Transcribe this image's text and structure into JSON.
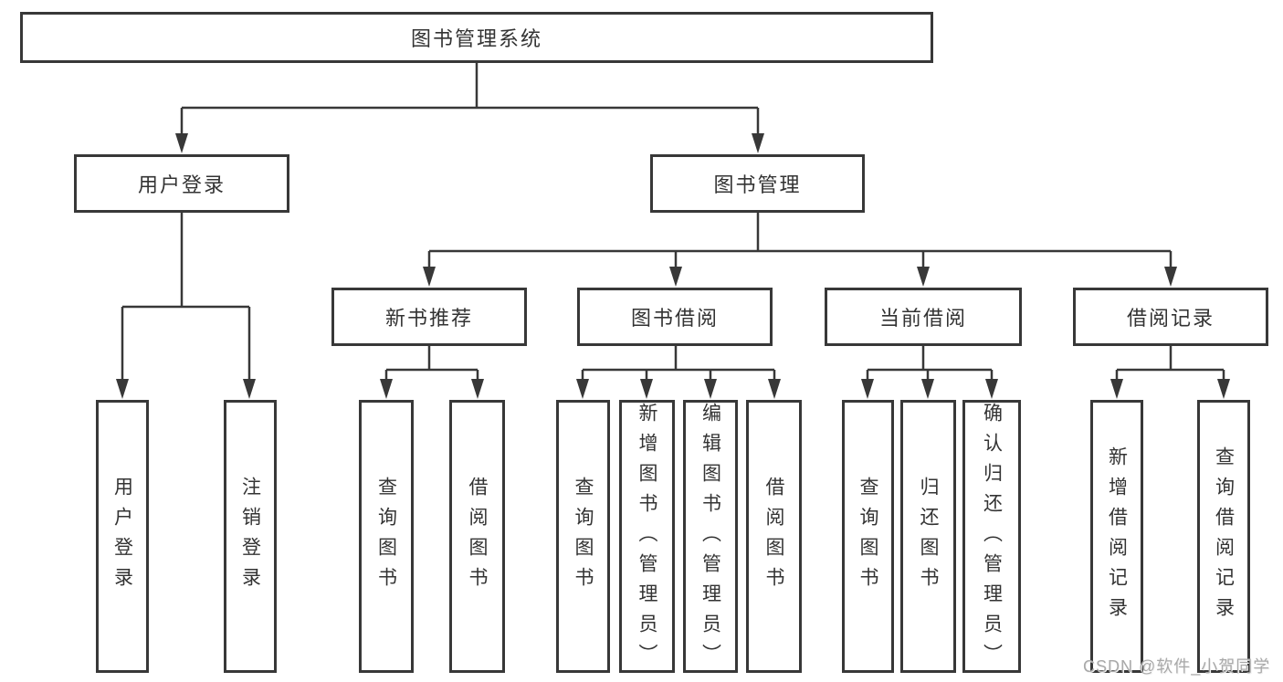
{
  "colors": {
    "background": "#ffffff",
    "line": "#383838",
    "node_text": "#333333",
    "watermark": "#a9a9a9"
  },
  "watermark": {
    "text": "CSDN @软件_小贺同学"
  },
  "tree": {
    "root": {
      "label": "图书管理系统",
      "children": [
        {
          "label": "用户登录",
          "children": [
            {
              "label": "用户登录"
            },
            {
              "label": "注销登录"
            }
          ]
        },
        {
          "label": "图书管理",
          "children": [
            {
              "label": "新书推荐",
              "children": [
                {
                  "label": "查询图书"
                },
                {
                  "label": "借阅图书"
                }
              ]
            },
            {
              "label": "图书借阅",
              "children": [
                {
                  "label": "查询图书"
                },
                {
                  "label": "新增图书（管理员）"
                },
                {
                  "label": "编辑图书（管理员）"
                },
                {
                  "label": "借阅图书"
                }
              ]
            },
            {
              "label": "当前借阅",
              "children": [
                {
                  "label": "查询图书"
                },
                {
                  "label": "归还图书"
                },
                {
                  "label": "确认归还（管理员）"
                }
              ]
            },
            {
              "label": "借阅记录",
              "children": [
                {
                  "label": "新增借阅记录"
                },
                {
                  "label": "查询借阅记录"
                }
              ]
            }
          ]
        }
      ]
    }
  }
}
